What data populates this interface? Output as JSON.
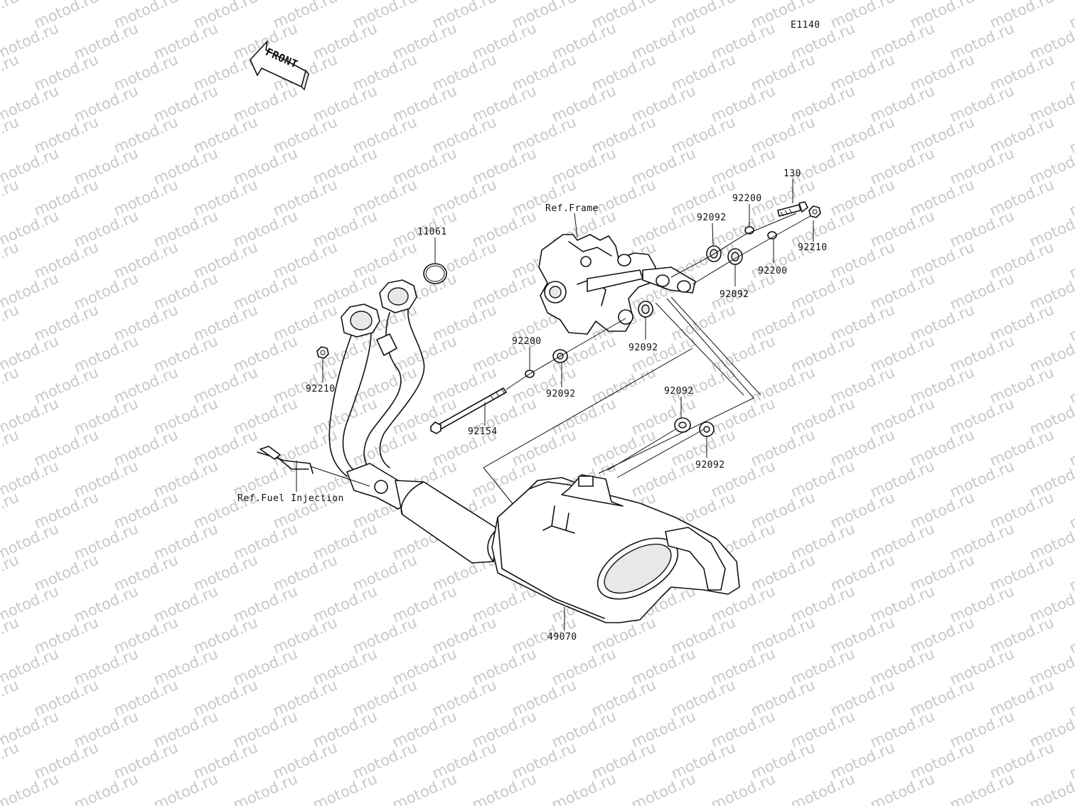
{
  "diagram": {
    "code": "E1140",
    "front_label": "FRONT",
    "watermark": "motod.ru",
    "refs": {
      "frame": "Ref.Frame",
      "fuel_injection": "Ref.Fuel Injection"
    },
    "callouts": [
      {
        "id": "130",
        "text": "130"
      },
      {
        "id": "92200-a",
        "text": "92200"
      },
      {
        "id": "92092-a",
        "text": "92092"
      },
      {
        "id": "92210-a",
        "text": "92210"
      },
      {
        "id": "92200-b",
        "text": "92200"
      },
      {
        "id": "92092-b",
        "text": "92092"
      },
      {
        "id": "11061",
        "text": "11061"
      },
      {
        "id": "92092-c",
        "text": "92092"
      },
      {
        "id": "92210-b",
        "text": "92210"
      },
      {
        "id": "92200-c",
        "text": "92200"
      },
      {
        "id": "92092-d",
        "text": "92092"
      },
      {
        "id": "92154",
        "text": "92154"
      },
      {
        "id": "92092-e",
        "text": "92092"
      },
      {
        "id": "92092-f",
        "text": "92092"
      },
      {
        "id": "49070",
        "text": "49070"
      }
    ]
  }
}
